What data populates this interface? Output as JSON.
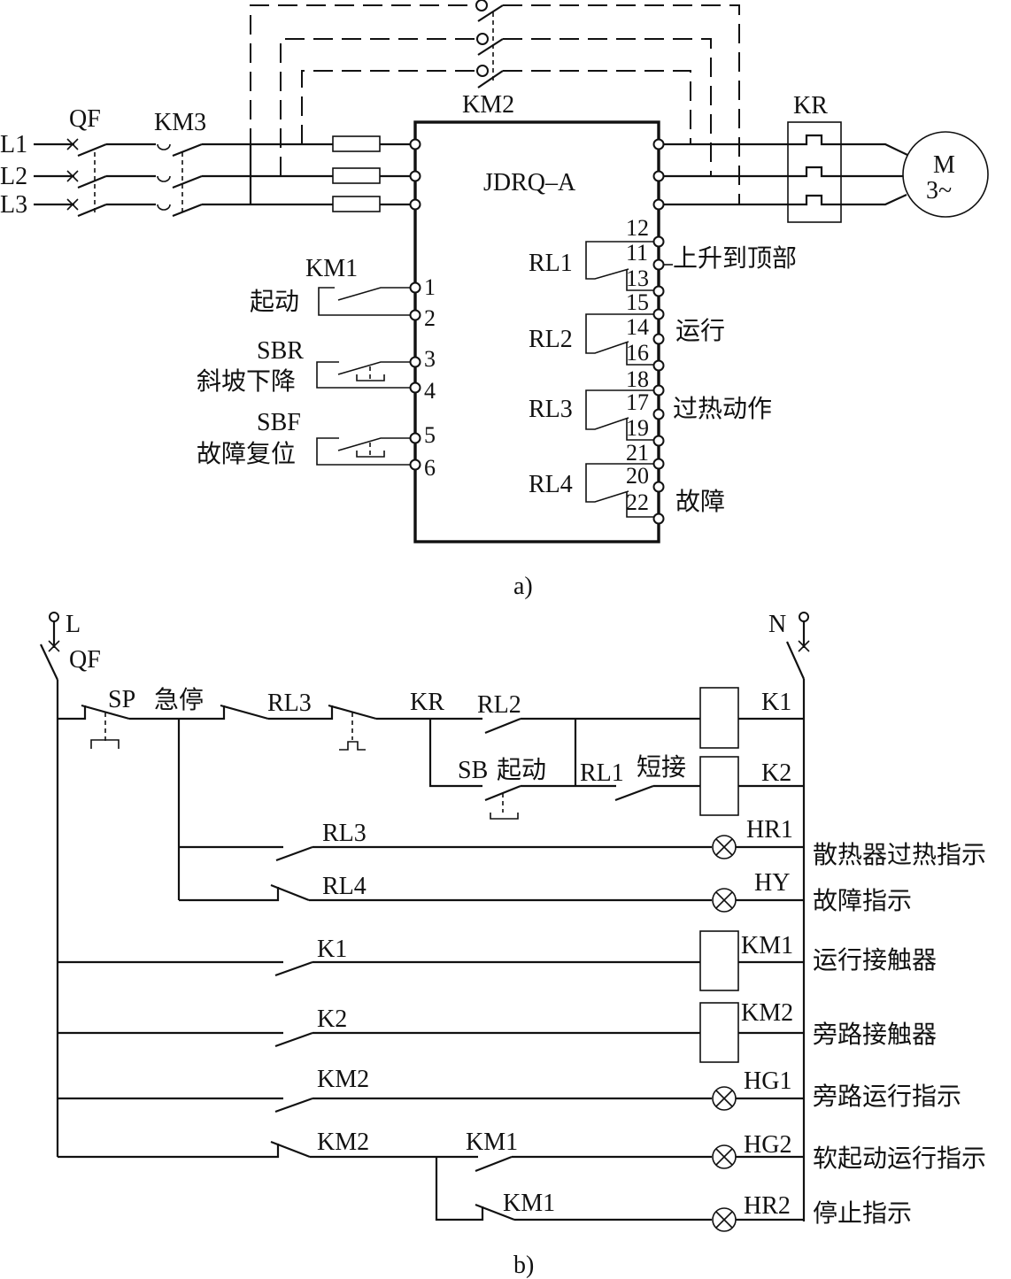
{
  "figure_a": {
    "caption": "a)",
    "phases": [
      "L1",
      "L2",
      "L3"
    ],
    "breaker": "QF",
    "main_contactor": "KM3",
    "bypass_contactor": "KM2",
    "soft_starter": "JDRQ–A",
    "overload_relay": "KR",
    "motor": {
      "label": "M",
      "sub": "3~"
    },
    "inputs": [
      {
        "device": "KM1",
        "desc": "起动",
        "terminals": [
          "1",
          "2"
        ]
      },
      {
        "device": "SBR",
        "desc": "斜坡下降",
        "terminals": [
          "3",
          "4"
        ]
      },
      {
        "device": "SBF",
        "desc": "故障复位",
        "terminals": [
          "5",
          "6"
        ]
      }
    ],
    "relays": [
      {
        "name": "RL1",
        "desc": "上升到顶部",
        "terminals": [
          "12",
          "11",
          "13"
        ]
      },
      {
        "name": "RL2",
        "desc": "运行",
        "terminals": [
          "15",
          "14",
          "16"
        ]
      },
      {
        "name": "RL3",
        "desc": "过热动作",
        "terminals": [
          "18",
          "17",
          "19"
        ]
      },
      {
        "name": "RL4",
        "desc": "故障",
        "terminals": [
          "21",
          "20",
          "22"
        ]
      }
    ]
  },
  "figure_b": {
    "caption": "b)",
    "line": "L",
    "neutral": "N",
    "breaker": "QF",
    "top_rung": {
      "sp": "SP",
      "sp_desc": "急停",
      "rl3": "RL3",
      "kr": "KR",
      "rl2": "RL2",
      "sb": "SB",
      "sb_desc": "起动",
      "rl1": "RL1",
      "rl1_desc": "短接",
      "k1": "K1",
      "k2": "K2"
    },
    "rungs": [
      {
        "contact": "RL3",
        "load": "HR1",
        "desc": "散热器过热指示"
      },
      {
        "contact": "RL4",
        "load": "HY",
        "desc": "故障指示"
      },
      {
        "contact": "K1",
        "load": "KM1",
        "desc": "运行接触器"
      },
      {
        "contact": "K2",
        "load": "KM2",
        "desc": "旁路接触器"
      },
      {
        "contact": "KM2",
        "load": "HG1",
        "desc": "旁路运行指示"
      },
      {
        "contact": "KM2",
        "contact2": "KM1",
        "load": "HG2",
        "desc": "软起动运行指示"
      },
      {
        "contact": "KM1",
        "load": "HR2",
        "desc": "停止指示"
      }
    ]
  }
}
